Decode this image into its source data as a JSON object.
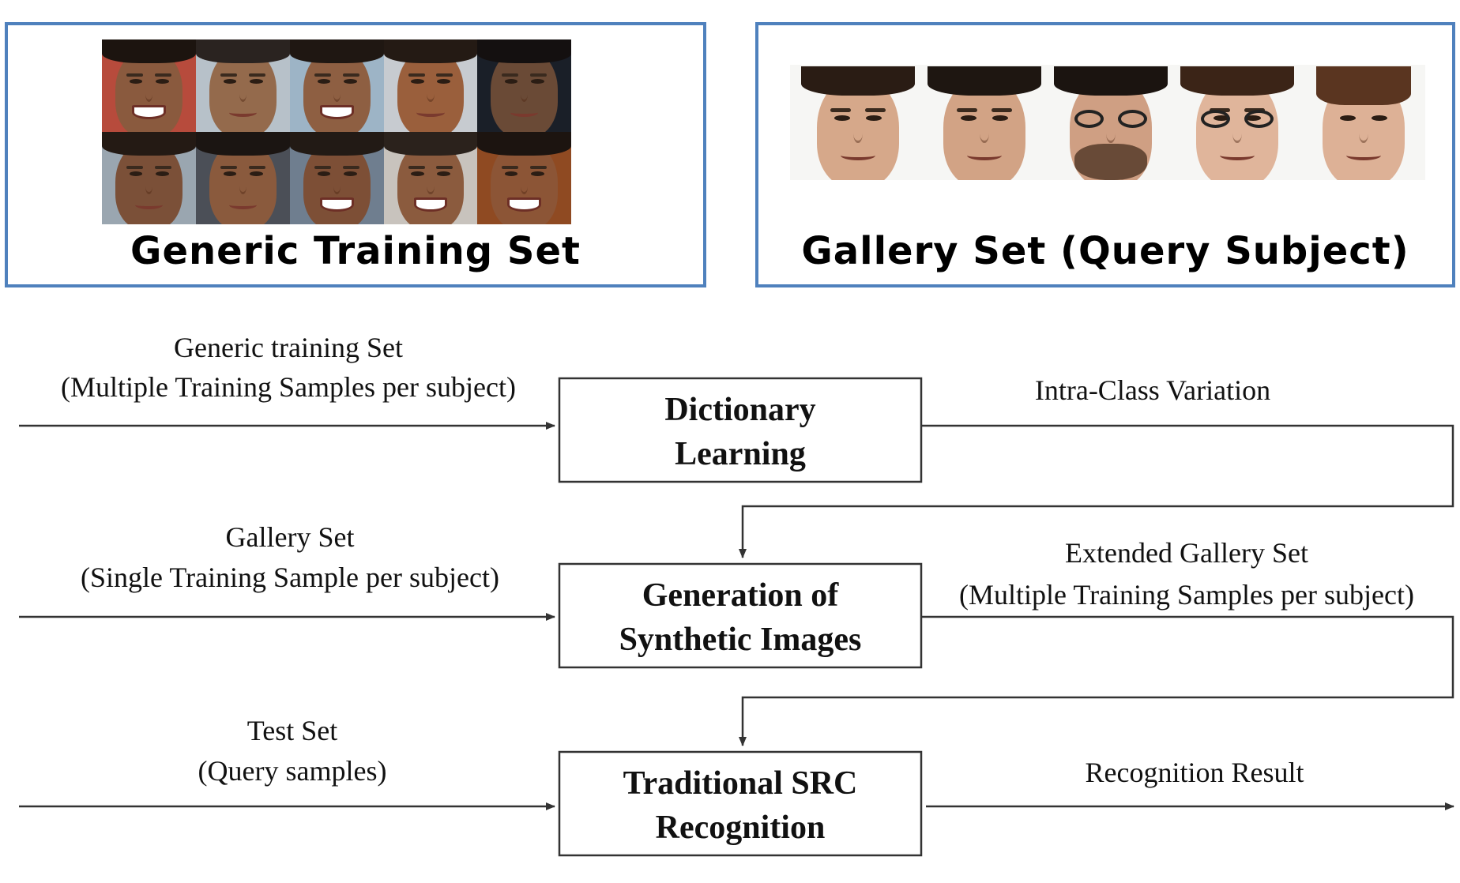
{
  "panels": {
    "generic": {
      "title": "Generic Training Set"
    },
    "gallery": {
      "title": "Gallery Set (Query Subject)"
    }
  },
  "inputs": {
    "generic": {
      "line1": "Generic training Set",
      "line2": "(Multiple Training Samples per subject)"
    },
    "gallery": {
      "line1": "Gallery Set",
      "line2": "(Single Training Sample per subject)"
    },
    "test": {
      "line1": "Test Set",
      "line2": "(Query samples)"
    }
  },
  "boxes": {
    "dictionary": {
      "line1": "Dictionary",
      "line2": "Learning"
    },
    "generation": {
      "line1": "Generation of",
      "line2": "Synthetic Images"
    },
    "recognition": {
      "line1": "Traditional SRC",
      "line2": "Recognition"
    }
  },
  "outputs": {
    "intra": {
      "line1": "Intra-Class Variation"
    },
    "extended": {
      "line1": "Extended Gallery Set",
      "line2": "(Multiple Training Samples per subject)"
    },
    "result": {
      "line1": "Recognition Result"
    }
  },
  "colors": {
    "panel_border": "#4f81bd",
    "line": "#333333"
  }
}
